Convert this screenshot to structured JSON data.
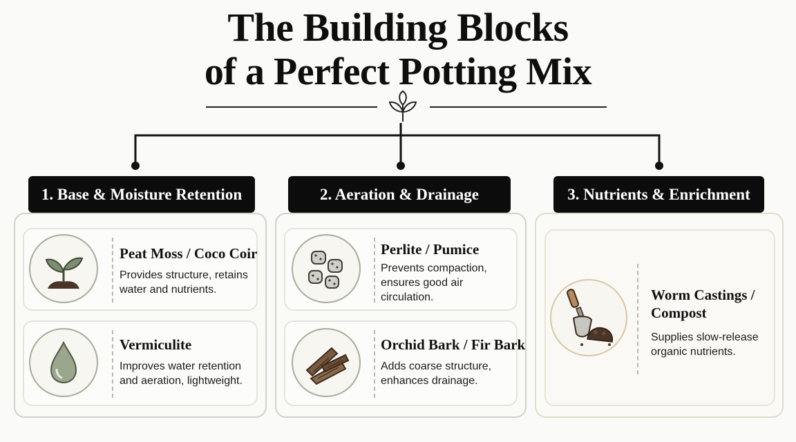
{
  "header": {
    "title_line1": "The Building Blocks",
    "title_line2": "of a Perfect Potting Mix"
  },
  "categories": [
    {
      "label": "1. Base & Moisture Retention",
      "items": [
        {
          "name": "Peat Moss / Coco Coir",
          "description": "Provides structure, retains water and nutrients.",
          "icon": "seedling-icon"
        },
        {
          "name": "Vermiculite",
          "description": "Improves water retention and aeration, lightweight.",
          "icon": "water-drop-icon"
        }
      ]
    },
    {
      "label": "2. Aeration & Drainage",
      "items": [
        {
          "name": "Perlite / Pumice",
          "description": "Prevents compaction, ensures good air circulation.",
          "icon": "perlite-granules-icon"
        },
        {
          "name": "Orchid Bark / Fir Bark",
          "description": "Adds coarse structure, enhances drainage.",
          "icon": "bark-pieces-icon"
        }
      ]
    },
    {
      "label": "3. Nutrients & Enrichment",
      "items": [
        {
          "name_line1": "Worm Castings /",
          "name_line2": "Compost",
          "description": "Supplies slow-release organic nutrients.",
          "icon": "trowel-compost-icon"
        }
      ]
    }
  ],
  "colors": {
    "label_bg": "#0c0c0c",
    "leaf_green": "#7d8f6f",
    "soil_brown": "#4a3426",
    "bark_brown": "#7a5a3f",
    "panel_border_green": "#cfd4c7",
    "panel_border_warm": "#e3dccb"
  }
}
